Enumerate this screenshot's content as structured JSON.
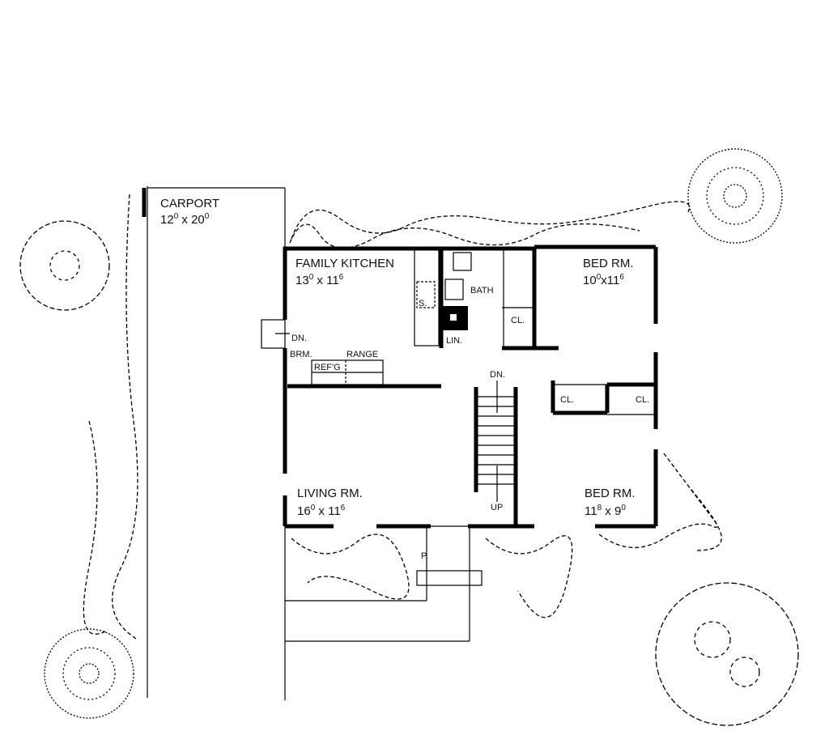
{
  "rooms": {
    "carport": {
      "name": "CARPORT",
      "dim_a": "12",
      "dim_a_sup": "0",
      "dim_b": "20",
      "dim_b_sup": "0"
    },
    "kitchen": {
      "name": "FAMILY KITCHEN",
      "dim_a": "13",
      "dim_a_sup": "0",
      "dim_b": "11",
      "dim_b_sup": "6"
    },
    "bed1": {
      "name": "BED RM.",
      "dim_a": "10",
      "dim_a_sup": "0",
      "dim_b": "11",
      "dim_b_sup": "6"
    },
    "living": {
      "name": "LIVING RM.",
      "dim_a": "16",
      "dim_a_sup": "0",
      "dim_b": "11",
      "dim_b_sup": "6"
    },
    "bed2": {
      "name": "BED RM.",
      "dim_a": "11",
      "dim_a_sup": "8",
      "dim_b": "9",
      "dim_b_sup": "0"
    }
  },
  "labels": {
    "bath": "BATH",
    "lin": "LIN.",
    "cl1": "CL.",
    "cl2": "CL.",
    "cl3": "CL.",
    "sink": "S.",
    "dn_side": "DN.",
    "brm": "BRM.",
    "range": "RANGE",
    "refg": "REF'G",
    "stair_dn": "DN.",
    "stair_up": "UP",
    "porch": "P."
  }
}
